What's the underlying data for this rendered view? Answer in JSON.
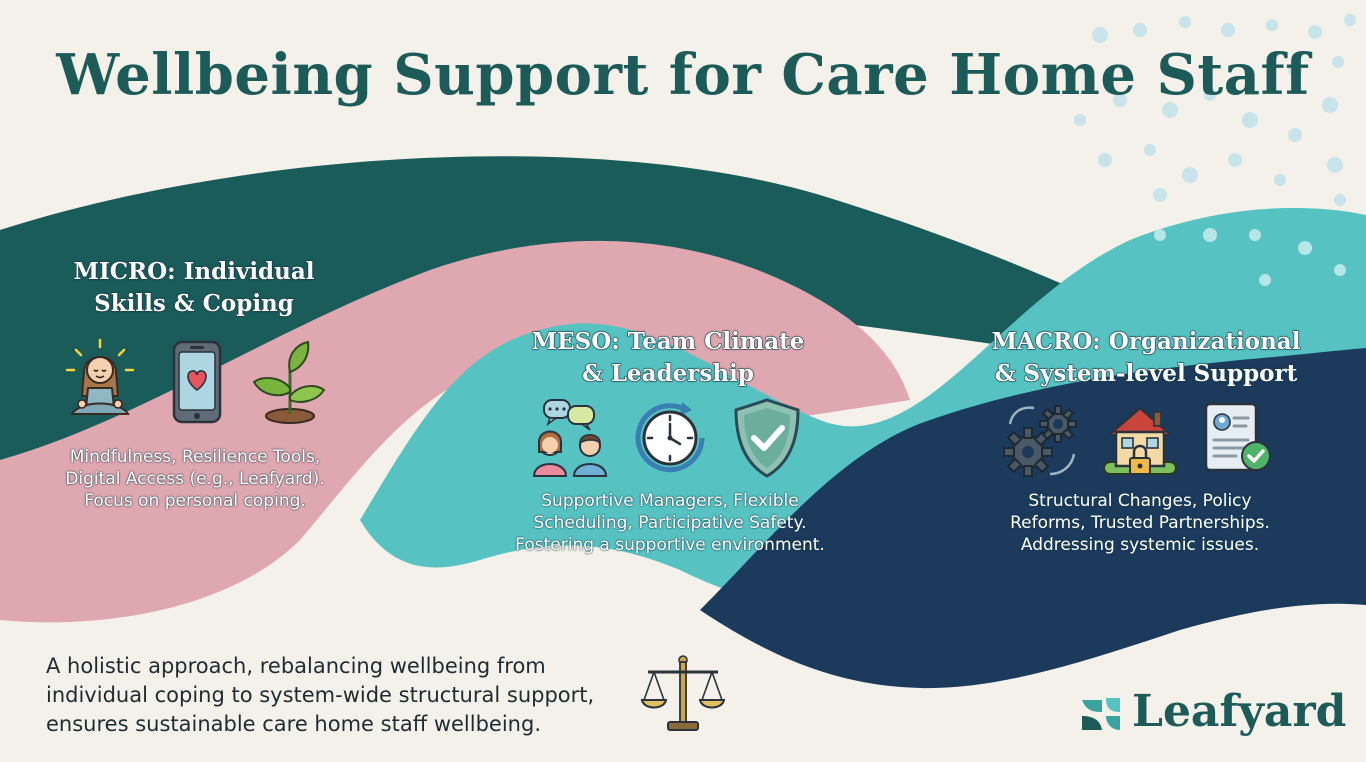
{
  "title": "Wellbeing Support for Care Home Staff",
  "micro": {
    "title_lines": [
      "MICRO: Individual",
      "Skills & Coping"
    ],
    "desc_lines": [
      "Mindfulness, Resilience Tools,",
      "Digital Access (e.g., Leafyard).",
      "Focus on personal coping."
    ],
    "icons": [
      "meditation-icon",
      "smartphone-heart-icon",
      "sprout-icon"
    ]
  },
  "meso": {
    "title_lines": [
      "MESO: Team Climate",
      "& Leadership"
    ],
    "desc_lines": [
      "Supportive Managers, Flexible",
      "Scheduling, Participative Safety.",
      "Fostering a supportive environment."
    ],
    "icons": [
      "team-chat-icon",
      "clock-icon",
      "shield-check-icon"
    ]
  },
  "macro": {
    "title_lines": [
      "MACRO: Organizational",
      "& System-level Support"
    ],
    "desc_lines": [
      "Structural Changes, Policy",
      "Reforms, Trusted Partnerships.",
      "Addressing systemic issues."
    ],
    "icons": [
      "gears-icon",
      "house-lock-icon",
      "document-check-icon"
    ]
  },
  "footer": {
    "lines": [
      "A holistic approach, rebalancing wellbeing from",
      "individual coping to system-wide structural support,",
      "ensures sustainable care home staff wellbeing."
    ],
    "icon": "balance-scale-icon"
  },
  "logo": {
    "text": "Leafyard",
    "icon": "leafyard-logo-icon"
  },
  "colors": {
    "background": "#f3f1ea",
    "dark_teal": "#1a5c5a",
    "pink": "#dfa7af",
    "turquoise": "#56c3c2",
    "navy": "#1b3a5c",
    "title": "#1d5b59"
  }
}
